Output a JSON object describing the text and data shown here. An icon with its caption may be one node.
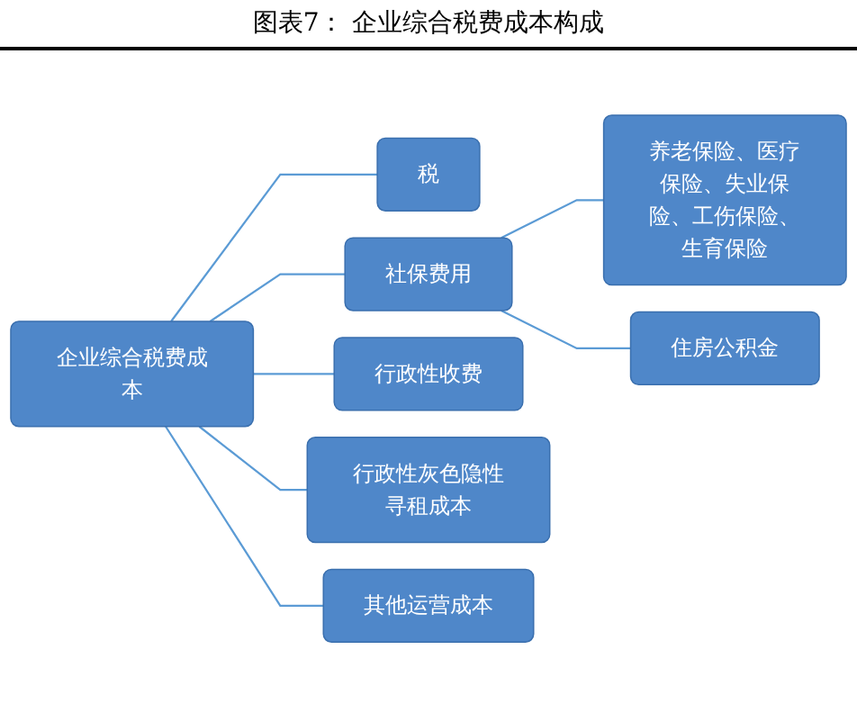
{
  "diagram": {
    "title": "图表7： 企业综合税费成本构成",
    "nodes": [
      {
        "text": [
          "企业综合税费成本"
        ]
      },
      {
        "text": [
          "税"
        ]
      },
      {
        "text": [
          "社保费用"
        ]
      },
      {
        "text": [
          "行政性收费"
        ]
      },
      {
        "text": [
          "行政性灰色隐性寻租成本"
        ]
      },
      {
        "text": [
          "其他运营成本"
        ]
      },
      {
        "text": [
          "养老保险、医疗保险、失业保险、工伤保险、生育保险"
        ]
      },
      {
        "text": [
          "住房公积金"
        ]
      }
    ],
    "edges": [
      {
        "from": 0,
        "to": 1,
        "arrow": "none"
      },
      {
        "from": 0,
        "to": 2,
        "arrow": "none"
      },
      {
        "from": 0,
        "to": 3,
        "arrow": "none"
      },
      {
        "from": 0,
        "to": 4,
        "arrow": "none"
      },
      {
        "from": 0,
        "to": 5,
        "arrow": "none"
      },
      {
        "from": 2,
        "to": 6,
        "arrow": "none"
      },
      {
        "from": 2,
        "to": 7,
        "arrow": "none"
      }
    ]
  }
}
